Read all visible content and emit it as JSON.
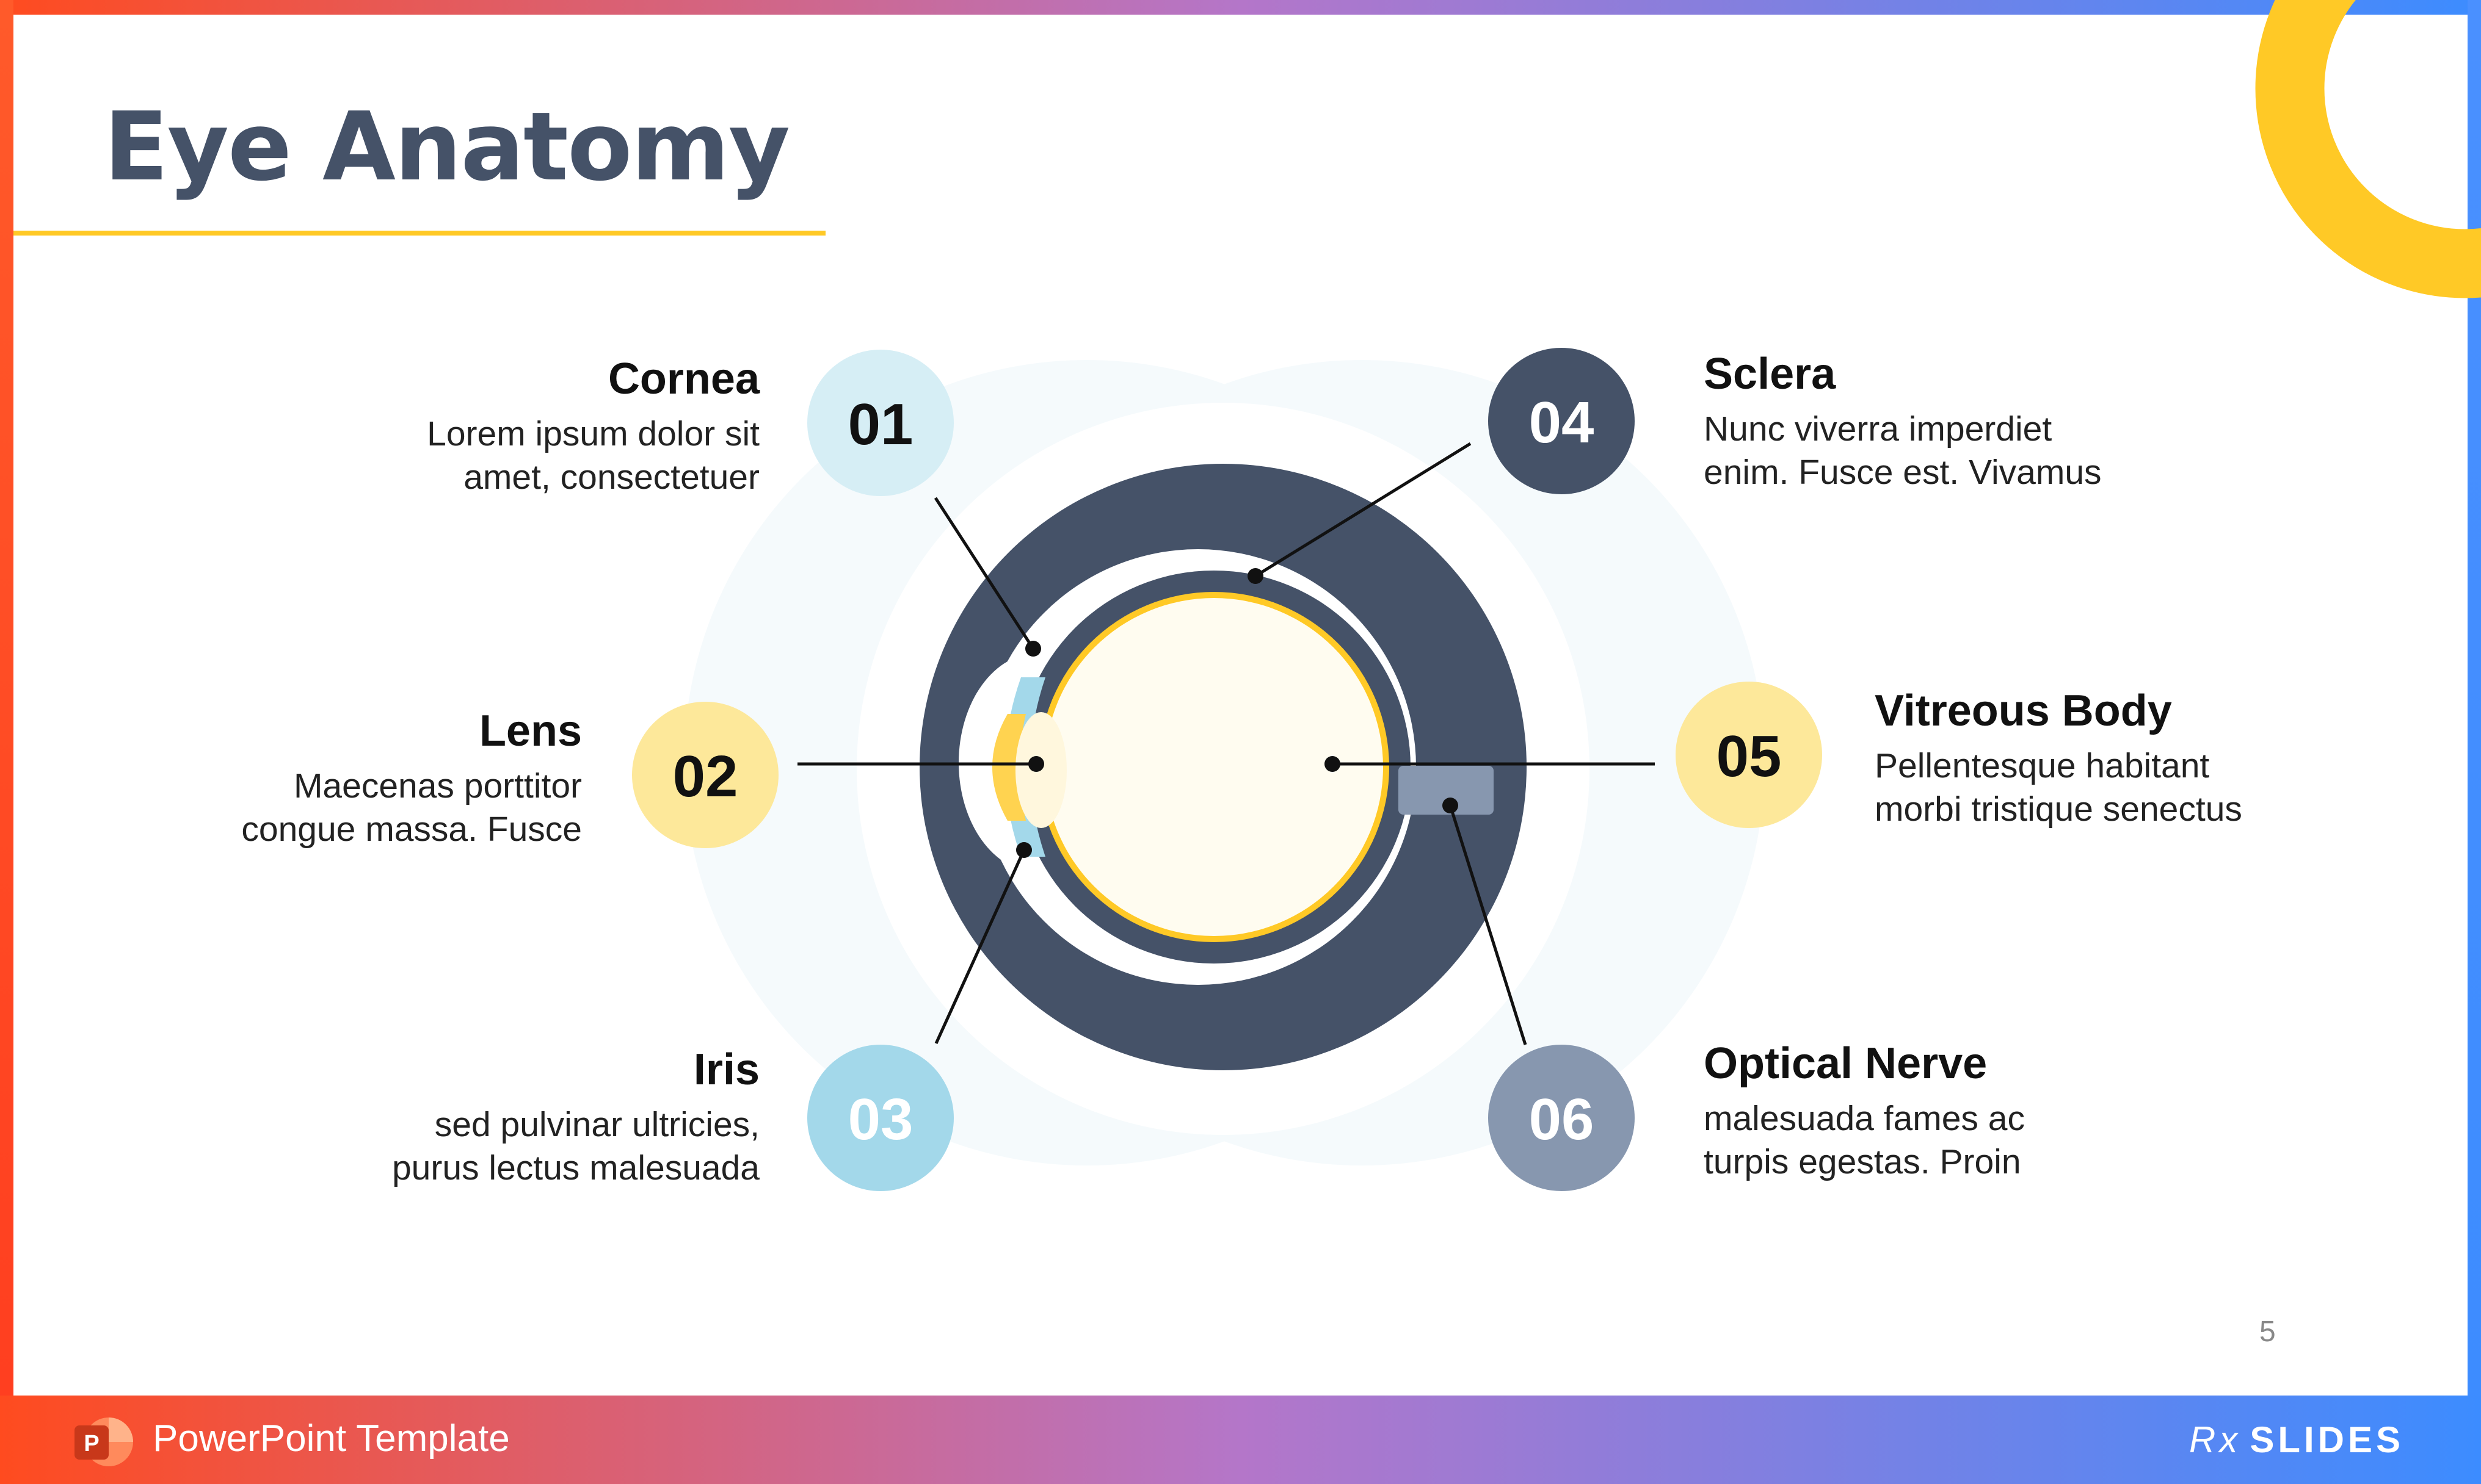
{
  "slide": {
    "title": "Eye Anatomy",
    "page_number": "5"
  },
  "colors": {
    "navy": "#455268",
    "gold": "#FFC926",
    "light_blue": "#D6EEF5",
    "pale_yellow": "#FDE89A",
    "sky_blue": "#A3D8EA",
    "slate_gray": "#8797AF",
    "gradient_start": "#FF4B2B",
    "gradient_end": "#3C8CFF"
  },
  "parts": [
    {
      "number": "01",
      "title": "Cornea",
      "desc1": "Lorem ipsum dolor sit",
      "desc2": "amet, consectetuer"
    },
    {
      "number": "02",
      "title": "Lens",
      "desc1": "Maecenas porttitor",
      "desc2": "congue massa. Fusce"
    },
    {
      "number": "03",
      "title": "Iris",
      "desc1": "sed pulvinar ultricies,",
      "desc2": "purus lectus malesuada"
    },
    {
      "number": "04",
      "title": "Sclera",
      "desc1": "Nunc viverra imperdiet",
      "desc2": "enim. Fusce est. Vivamus"
    },
    {
      "number": "05",
      "title": "Vitreous Body",
      "desc1": "Pellentesque habitant",
      "desc2": "morbi tristique senectus"
    },
    {
      "number": "06",
      "title": "Optical Nerve",
      "desc1": "malesuada fames ac",
      "desc2": "turpis egestas. Proin"
    }
  ],
  "footer": {
    "label": "PowerPoint Template",
    "ppt_icon": "powerpoint-icon",
    "brand_rx": "Rx",
    "brand_name": "SLIDES"
  }
}
